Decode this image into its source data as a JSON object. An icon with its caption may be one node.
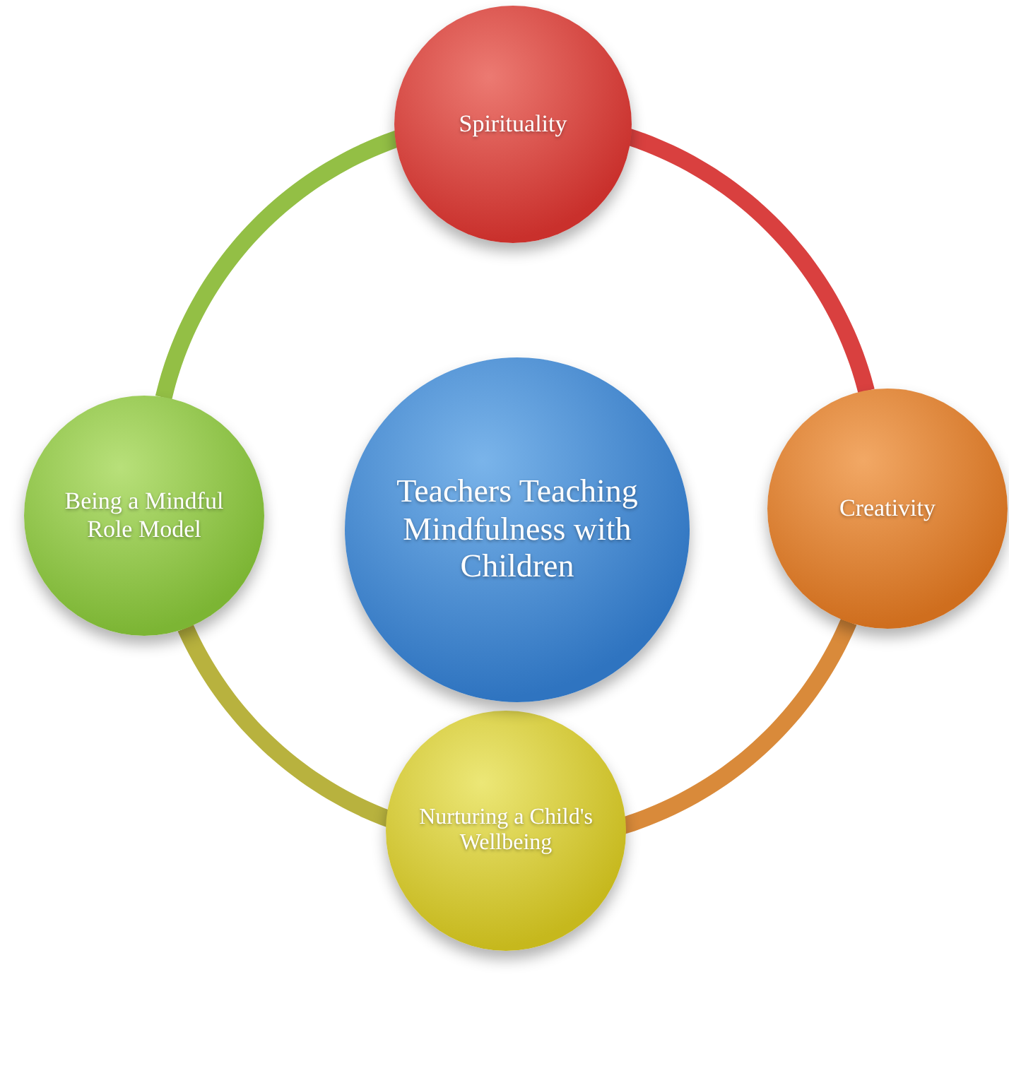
{
  "diagram": {
    "nodes": [
      {
        "text": [
          "Spirituality"
        ]
      },
      {
        "text": [
          "Creativity"
        ]
      },
      {
        "text": [
          "Nurturing a Child's Wellbeing"
        ]
      },
      {
        "text": [
          "Being a Mindful Role Model"
        ]
      },
      {
        "text": [
          "Teachers Teaching Mindfulness with Children"
        ]
      }
    ],
    "edges": [
      {
        "from": 0,
        "to": 1,
        "arrow": "none",
        "color": "#d9403f"
      },
      {
        "from": 1,
        "to": 2,
        "arrow": "none",
        "color": "#d98a3a"
      },
      {
        "from": 2,
        "to": 3,
        "arrow": "none",
        "color": "#b8b23e"
      },
      {
        "from": 3,
        "to": 0,
        "arrow": "none",
        "color": "#93bf45"
      }
    ]
  }
}
